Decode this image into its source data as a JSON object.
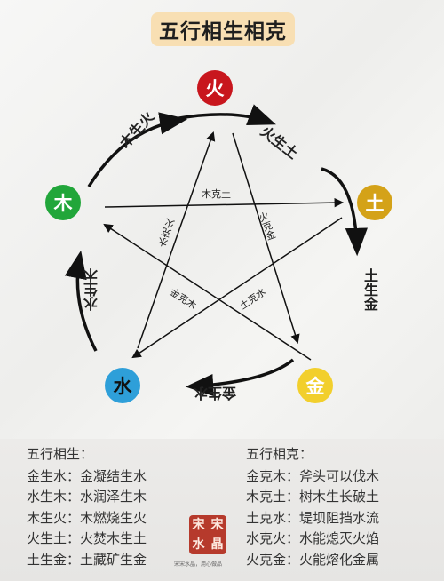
{
  "title": "五行相生相克",
  "nodes": {
    "fire": {
      "label": "火",
      "color": "#c8161d"
    },
    "earth": {
      "label": "土",
      "color": "#d4a218"
    },
    "metal": {
      "label": "金",
      "color": "#f2cf2c"
    },
    "water": {
      "label": "水",
      "color": "#2e9fd9"
    },
    "wood": {
      "label": "木",
      "color": "#21a63a"
    }
  },
  "generate_labels": {
    "wood_fire": "木生火",
    "fire_earth": "火生土",
    "earth_metal": "土生金",
    "metal_water": "金生水",
    "water_wood": "水生木"
  },
  "overcome_labels": {
    "wood_earth": "木克土",
    "fire_metal": "火克金",
    "water_fire": "水克火",
    "metal_wood": "金克木",
    "earth_water": "土克水"
  },
  "generating": {
    "heading": "五行相生：",
    "lines": [
      "金生水：金凝结生水",
      "水生木：水润泽生木",
      "木生火：木燃烧生火",
      "火生土：火焚木生土",
      "土生金：土藏矿生金"
    ]
  },
  "overcoming": {
    "heading": "五行相克：",
    "lines": [
      "金克木：斧头可以伐木",
      "木克土：树木生长破土",
      "土克水：堤坝阻挡水流",
      "水克火：水能熄灭火焰",
      "火克金：火能熔化金属"
    ]
  },
  "seal": {
    "chars": [
      "宋",
      "宋",
      "水",
      "晶"
    ],
    "caption": "宋宋水晶，用心做品"
  }
}
